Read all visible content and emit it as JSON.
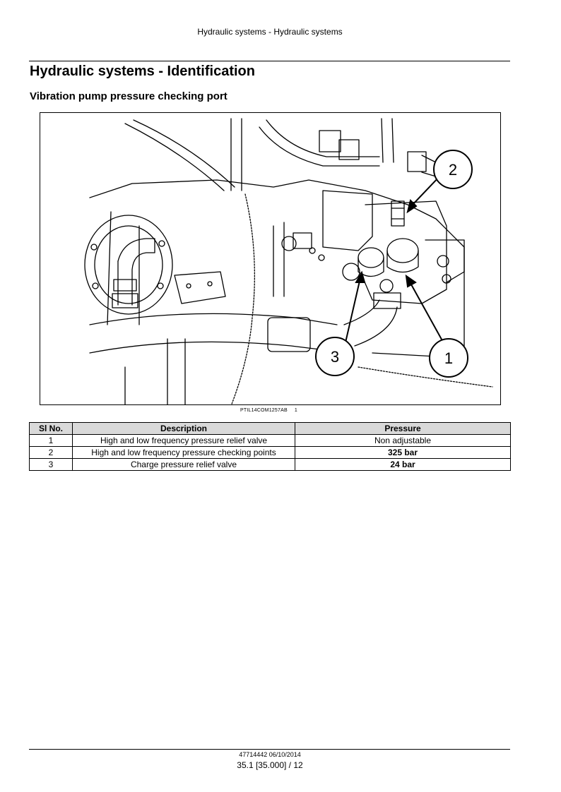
{
  "header": {
    "running_title": "Hydraulic systems - Hydraulic systems"
  },
  "page_title": "Hydraulic systems - Identification",
  "section_title": "Vibration pump pressure checking port",
  "figure": {
    "callouts": [
      "1",
      "2",
      "3"
    ],
    "caption_code": "PTIL14COM1257AB",
    "caption_number": "1"
  },
  "table": {
    "headers": {
      "sl": "Sl No.",
      "description": "Description",
      "pressure": "Pressure"
    },
    "rows": [
      {
        "sl": "1",
        "description": "High and low frequency pressure relief valve",
        "pressure": "Non adjustable"
      },
      {
        "sl": "2",
        "description": "High and low frequency pressure checking points",
        "pressure": "325 bar"
      },
      {
        "sl": "3",
        "description": "Charge pressure relief valve",
        "pressure": "24 bar"
      }
    ]
  },
  "footer": {
    "doc_ref": "47714442 06/10/2014",
    "page_ref": "35.1 [35.000] / 12"
  }
}
